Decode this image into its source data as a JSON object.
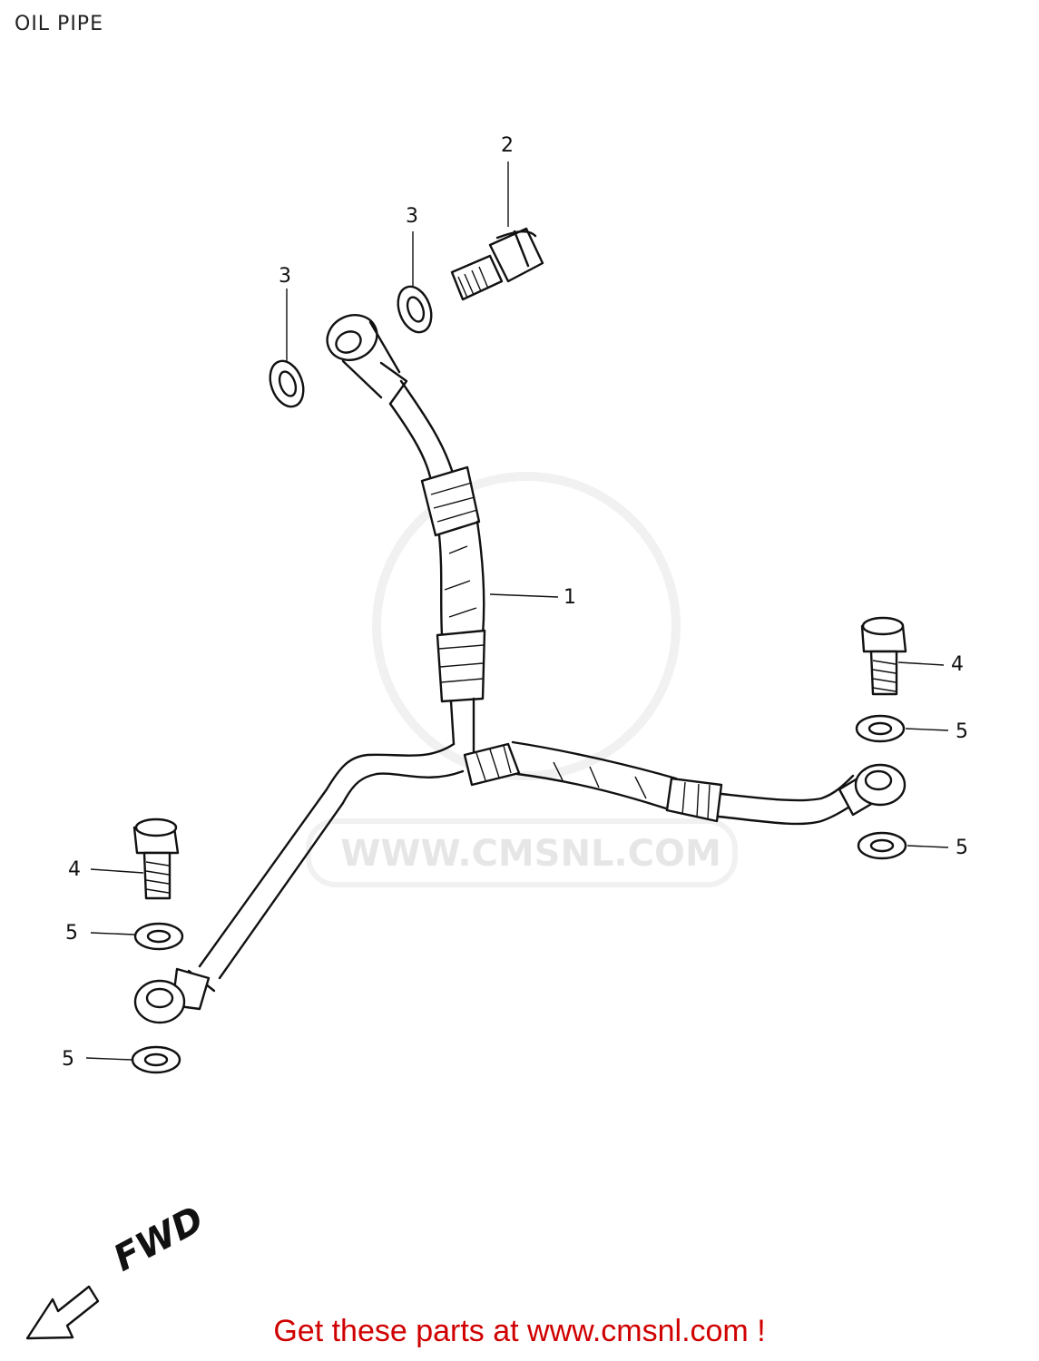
{
  "title": "OIL PIPE",
  "callouts": [
    {
      "id": "c2",
      "label": "2"
    },
    {
      "id": "c3a",
      "label": "3"
    },
    {
      "id": "c3b",
      "label": "3"
    },
    {
      "id": "c1",
      "label": "1"
    },
    {
      "id": "c4r",
      "label": "4"
    },
    {
      "id": "c5r1",
      "label": "5"
    },
    {
      "id": "c5r2",
      "label": "5"
    },
    {
      "id": "c4l",
      "label": "4"
    },
    {
      "id": "c5l1",
      "label": "5"
    },
    {
      "id": "c5l2",
      "label": "5"
    }
  ],
  "watermark": "WWW.CMSNL.COM",
  "fwd_label": "FWD",
  "footer": "Get these parts at www.cmsnl.com !",
  "colors": {
    "footer": "#d00000",
    "line": "#111111",
    "watermark": "#e6e6e6"
  }
}
